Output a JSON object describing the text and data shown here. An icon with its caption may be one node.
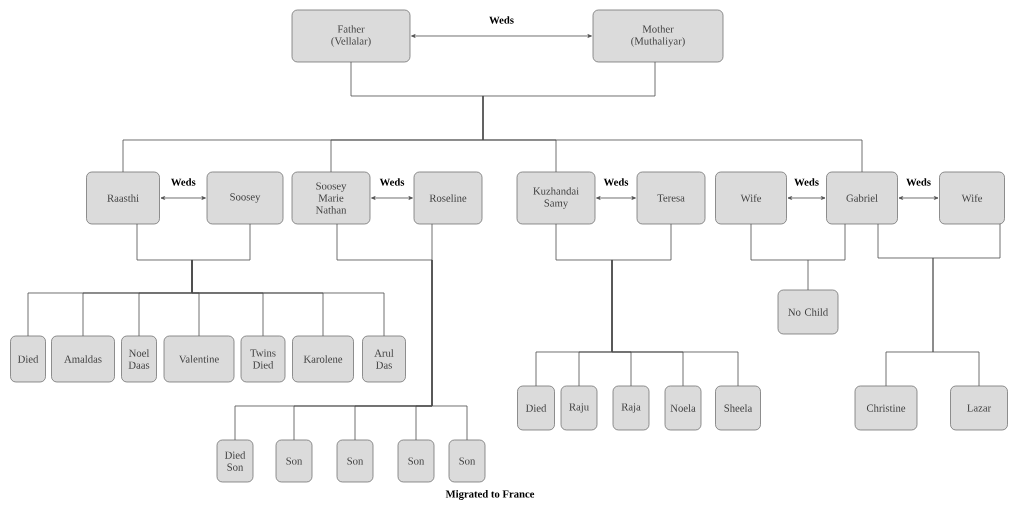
{
  "diagram": {
    "nodes": [
      {
        "text": [
          "Father (Vellalar)"
        ]
      },
      {
        "text": [
          "Mother (Muthaliyar)"
        ]
      },
      {
        "text": [
          "Raasthi"
        ]
      },
      {
        "text": [
          "Soosey"
        ]
      },
      {
        "text": [
          "Soosey Marie Nathan"
        ]
      },
      {
        "text": [
          "Roseline"
        ]
      },
      {
        "text": [
          "Kuzhandai Samy"
        ]
      },
      {
        "text": [
          "Teresa"
        ]
      },
      {
        "text": [
          "Wife"
        ]
      },
      {
        "text": [
          "Gabriel"
        ]
      },
      {
        "text": [
          "Wife"
        ]
      },
      {
        "text": [
          "Died"
        ]
      },
      {
        "text": [
          "Amaldas"
        ]
      },
      {
        "text": [
          "Noel Daas"
        ]
      },
      {
        "text": [
          "Valentine"
        ]
      },
      {
        "text": [
          "Twins Died"
        ]
      },
      {
        "text": [
          "Karolene"
        ]
      },
      {
        "text": [
          "Arul Das"
        ]
      },
      {
        "text": [
          "Died Son"
        ]
      },
      {
        "text": [
          "Son"
        ]
      },
      {
        "text": [
          "Son"
        ]
      },
      {
        "text": [
          "Son"
        ]
      },
      {
        "text": [
          "Son"
        ]
      },
      {
        "text": [
          "Died"
        ]
      },
      {
        "text": [
          "Raju"
        ]
      },
      {
        "text": [
          "Raja"
        ]
      },
      {
        "text": [
          "Noela"
        ]
      },
      {
        "text": [
          "Sheela"
        ]
      },
      {
        "text": [
          "No Child"
        ]
      },
      {
        "text": [
          "Christine"
        ]
      },
      {
        "text": [
          "Lazar"
        ]
      }
    ],
    "edges": [
      {
        "from": 0,
        "to": 1,
        "arrow": "both",
        "label": "Weds"
      },
      {
        "from": 2,
        "to": 3,
        "arrow": "both",
        "label": "Weds"
      },
      {
        "from": 4,
        "to": 5,
        "arrow": "both",
        "label": "Weds"
      },
      {
        "from": 6,
        "to": 7,
        "arrow": "both",
        "label": "Weds"
      },
      {
        "from": 8,
        "to": 9,
        "arrow": "both",
        "label": "Weds"
      },
      {
        "from": 9,
        "to": 10,
        "arrow": "both",
        "label": "Weds"
      },
      {
        "from": 0,
        "to": 2,
        "arrow": "none"
      },
      {
        "from": 0,
        "to": 4,
        "arrow": "none"
      },
      {
        "from": 0,
        "to": 6,
        "arrow": "none"
      },
      {
        "from": 0,
        "to": 9,
        "arrow": "none"
      },
      {
        "from": 1,
        "to": 2,
        "arrow": "none"
      },
      {
        "from": 1,
        "to": 4,
        "arrow": "none"
      },
      {
        "from": 1,
        "to": 6,
        "arrow": "none"
      },
      {
        "from": 1,
        "to": 9,
        "arrow": "none"
      },
      {
        "from": 2,
        "to": 11,
        "arrow": "none"
      },
      {
        "from": 2,
        "to": 12,
        "arrow": "none"
      },
      {
        "from": 2,
        "to": 13,
        "arrow": "none"
      },
      {
        "from": 2,
        "to": 14,
        "arrow": "none"
      },
      {
        "from": 2,
        "to": 15,
        "arrow": "none"
      },
      {
        "from": 2,
        "to": 16,
        "arrow": "none"
      },
      {
        "from": 2,
        "to": 17,
        "arrow": "none"
      },
      {
        "from": 3,
        "to": 11,
        "arrow": "none"
      },
      {
        "from": 3,
        "to": 12,
        "arrow": "none"
      },
      {
        "from": 3,
        "to": 13,
        "arrow": "none"
      },
      {
        "from": 3,
        "to": 14,
        "arrow": "none"
      },
      {
        "from": 3,
        "to": 15,
        "arrow": "none"
      },
      {
        "from": 3,
        "to": 16,
        "arrow": "none"
      },
      {
        "from": 3,
        "to": 17,
        "arrow": "none"
      },
      {
        "from": 4,
        "to": 18,
        "arrow": "none"
      },
      {
        "from": 4,
        "to": 19,
        "arrow": "none"
      },
      {
        "from": 4,
        "to": 20,
        "arrow": "none"
      },
      {
        "from": 4,
        "to": 21,
        "arrow": "none"
      },
      {
        "from": 4,
        "to": 22,
        "arrow": "none"
      },
      {
        "from": 5,
        "to": 18,
        "arrow": "none"
      },
      {
        "from": 5,
        "to": 19,
        "arrow": "none"
      },
      {
        "from": 5,
        "to": 20,
        "arrow": "none"
      },
      {
        "from": 5,
        "to": 21,
        "arrow": "none"
      },
      {
        "from": 5,
        "to": 22,
        "arrow": "none"
      },
      {
        "from": 6,
        "to": 23,
        "arrow": "none"
      },
      {
        "from": 6,
        "to": 24,
        "arrow": "none"
      },
      {
        "from": 6,
        "to": 25,
        "arrow": "none"
      },
      {
        "from": 6,
        "to": 26,
        "arrow": "none"
      },
      {
        "from": 6,
        "to": 27,
        "arrow": "none"
      },
      {
        "from": 7,
        "to": 23,
        "arrow": "none"
      },
      {
        "from": 7,
        "to": 24,
        "arrow": "none"
      },
      {
        "from": 7,
        "to": 25,
        "arrow": "none"
      },
      {
        "from": 7,
        "to": 26,
        "arrow": "none"
      },
      {
        "from": 7,
        "to": 27,
        "arrow": "none"
      },
      {
        "from": 8,
        "to": 28,
        "arrow": "none"
      },
      {
        "from": 9,
        "to": 28,
        "arrow": "none"
      },
      {
        "from": 9,
        "to": 29,
        "arrow": "none"
      },
      {
        "from": 9,
        "to": 30,
        "arrow": "none"
      },
      {
        "from": 10,
        "to": 29,
        "arrow": "none"
      },
      {
        "from": 10,
        "to": 30,
        "arrow": "none"
      }
    ],
    "labels": [
      "Migrated to France"
    ]
  }
}
